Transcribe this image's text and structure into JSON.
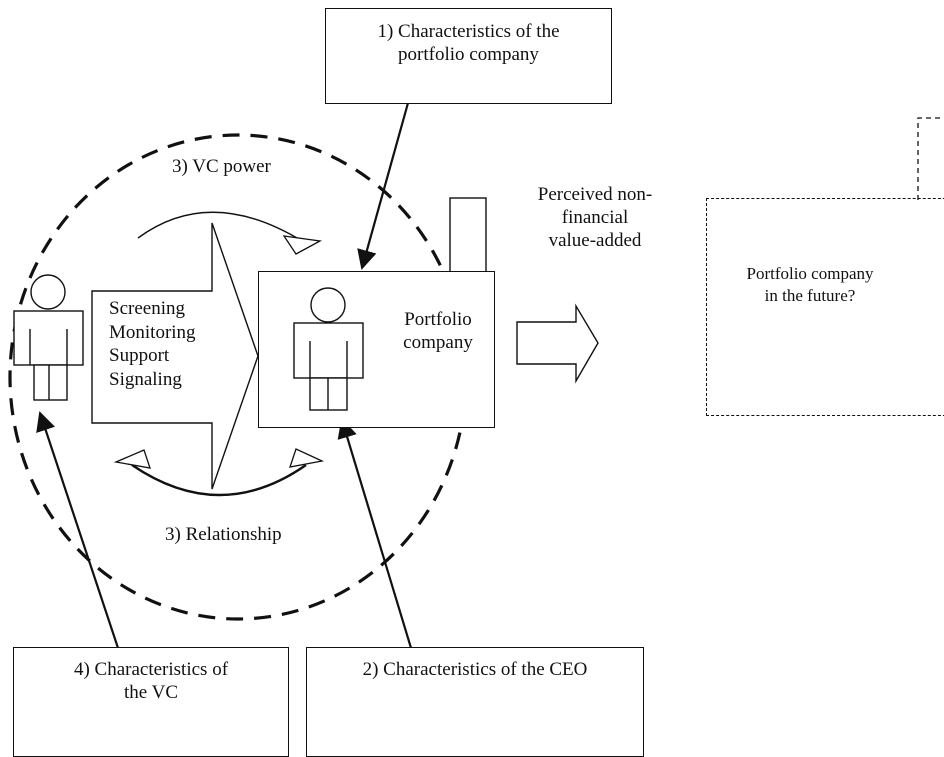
{
  "box_portfolio_characteristics": "1) Characteristics of the portfolio company",
  "box_portfolio_characteristics_lines": [
    "1) Characteristics of the",
    "portfolio company"
  ],
  "box_ceo_characteristics": "2) Characteristics of the CEO",
  "box_vc_characteristics_lines": [
    "4) Characteristics of",
    "the VC"
  ],
  "label_vc_power": "3) VC power",
  "label_relationship": "3) Relationship",
  "label_value_added_lines": [
    "Perceived non-",
    "financial",
    "value-added"
  ],
  "vc_activities": [
    "Screening",
    "Monitoring",
    "Support",
    "Signaling"
  ],
  "portfolio_company_lines": [
    "Portfolio",
    "company"
  ],
  "future_company_lines": [
    "Portfolio company",
    "in the future?"
  ]
}
